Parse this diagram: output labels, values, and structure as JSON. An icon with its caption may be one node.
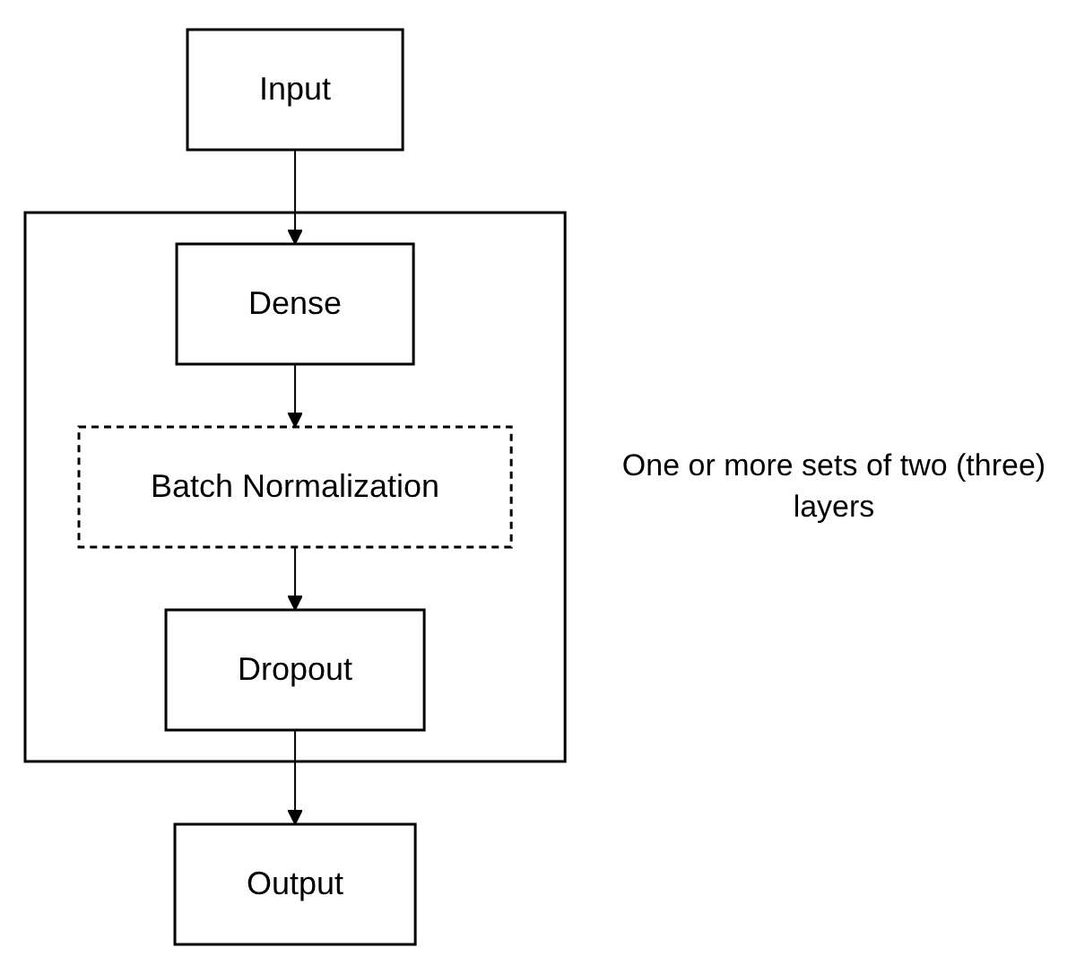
{
  "diagram": {
    "nodes": [
      {
        "text": [
          "Input"
        ]
      },
      {
        "text": [],
        "shape": "box",
        "beside": [
          "One or more sets of two (three) layers"
        ]
      },
      {
        "text": [
          "Dense"
        ],
        "in": 1
      },
      {
        "text": [
          "Batch Normalization"
        ],
        "in": 1
      },
      {
        "text": [
          "Dropout"
        ],
        "in": 1
      },
      {
        "text": [
          "Output"
        ]
      }
    ],
    "edges": [
      {
        "from": 0,
        "to": 2,
        "arrow": "to"
      },
      {
        "from": 2,
        "to": 3,
        "arrow": "to"
      },
      {
        "from": 3,
        "to": 4,
        "arrow": "to"
      },
      {
        "from": 4,
        "to": 5,
        "arrow": "to"
      }
    ]
  }
}
